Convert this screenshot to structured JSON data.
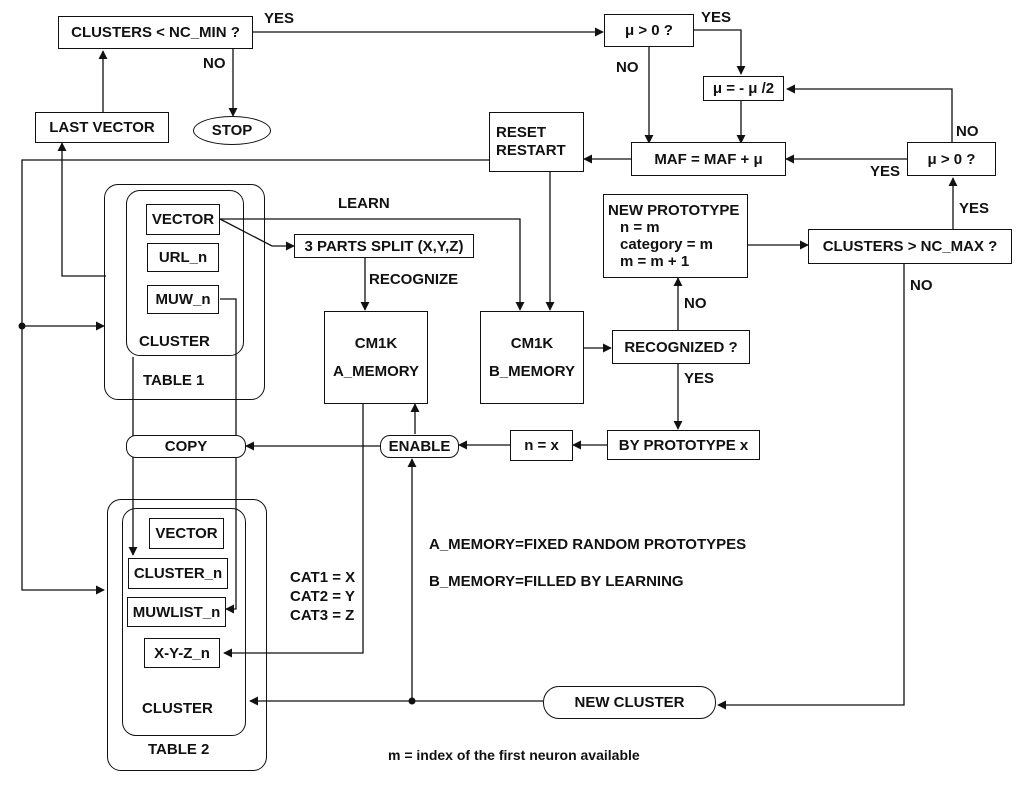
{
  "nodes": {
    "clusters_lt_min": "CLUSTERS < NC_MIN ?",
    "last_vector": "LAST VECTOR",
    "stop": "STOP",
    "mu_gt0_top": "μ > 0 ?",
    "mu_half": "μ = - μ /2",
    "maf": "MAF = MAF + μ",
    "mu_gt0_right": "μ > 0 ?",
    "reset_restart": [
      "RESET",
      "RESTART"
    ],
    "new_prototype": [
      "NEW PROTOTYPE",
      "n = m",
      "category = m",
      "m = m + 1"
    ],
    "clusters_gt_max": "CLUSTERS > NC_MAX ?",
    "split": "3 PARTS SPLIT (X,Y,Z)",
    "cm1k_a": [
      "CM1K",
      "A_MEMORY"
    ],
    "cm1k_b": [
      "CM1K",
      "B_MEMORY"
    ],
    "recognized": "RECOGNIZED ?",
    "by_prototype": "BY PROTOTYPE x",
    "n_eq_x": "n = x",
    "enable": "ENABLE",
    "copy": "COPY",
    "new_cluster": "NEW CLUSTER"
  },
  "table1": {
    "title": "TABLE 1",
    "cluster_label": "CLUSTER",
    "fields": [
      "VECTOR",
      "URL_n",
      "MUW_n"
    ]
  },
  "table2": {
    "title": "TABLE 2",
    "cluster_label": "CLUSTER",
    "fields": [
      "VECTOR",
      "CLUSTER_n",
      "MUWLIST_n",
      "X-Y-Z_n"
    ]
  },
  "edge_labels": {
    "yes_min": "YES",
    "no_min": "NO",
    "yes_mu_top": "YES",
    "no_mu_top": "NO",
    "no_mu_right": "NO",
    "yes_mu_right": "YES",
    "yes_max": "YES",
    "no_max": "NO",
    "learn": "LEARN",
    "recognize": "RECOGNIZE",
    "no_recognized": "NO",
    "yes_recognized": "YES"
  },
  "annotations": {
    "cats": [
      "CAT1 = X",
      "CAT2 = Y",
      "CAT3 = Z"
    ],
    "a_memory_note": "A_MEMORY=FIXED RANDOM PROTOTYPES",
    "b_memory_note": "B_MEMORY=FILLED BY LEARNING",
    "m_note": "m = index of the first neuron available"
  }
}
